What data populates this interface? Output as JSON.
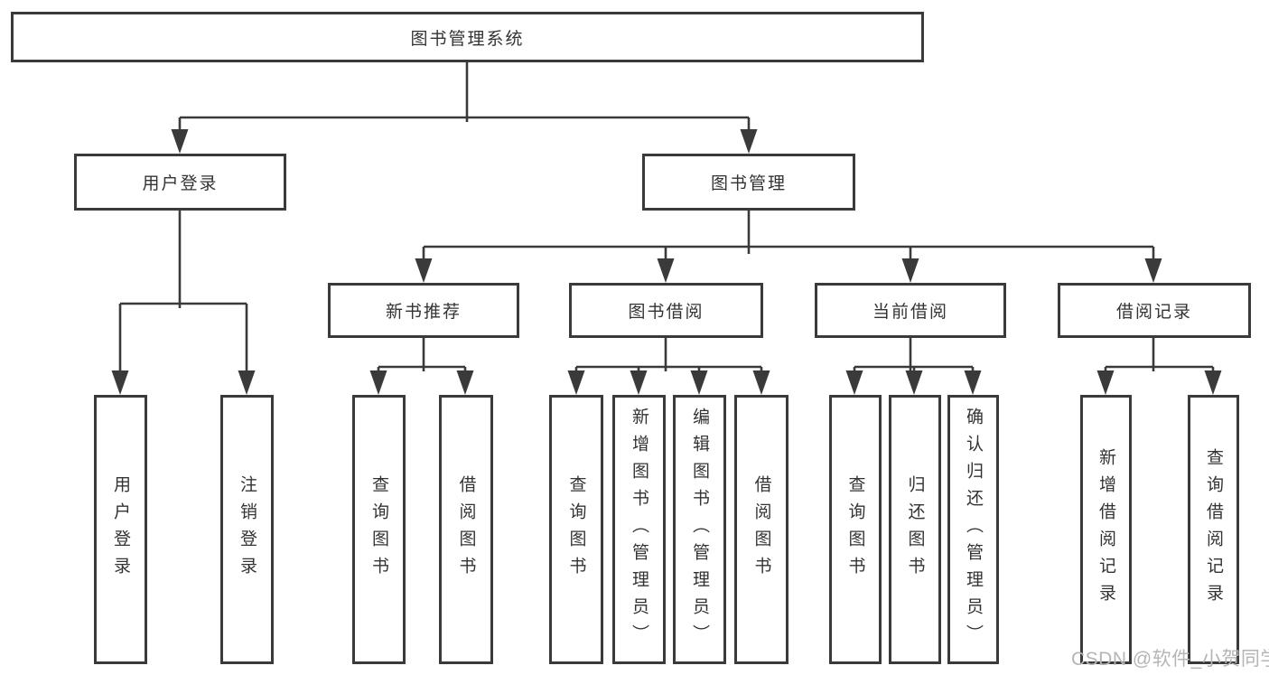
{
  "diagram": {
    "root": {
      "label": "图书管理系统"
    },
    "level2": {
      "user_login": {
        "label": "用户登录"
      },
      "book_mgmt": {
        "label": "图书管理"
      }
    },
    "level3": {
      "new_books": {
        "label": "新书推荐"
      },
      "book_borrow": {
        "label": "图书借阅"
      },
      "current_borrow": {
        "label": "当前借阅"
      },
      "borrow_records": {
        "label": "借阅记录"
      }
    },
    "leaves": {
      "login": {
        "label": "用户登录"
      },
      "logout": {
        "label": "注销登录"
      },
      "nb_query": {
        "label": "查询图书"
      },
      "nb_borrow": {
        "label": "借阅图书"
      },
      "bb_query": {
        "label": "查询图书"
      },
      "bb_add": {
        "label": "新增图书（管理员）"
      },
      "bb_edit": {
        "label": "编辑图书（管理员）"
      },
      "bb_borrow": {
        "label": "借阅图书"
      },
      "cb_query": {
        "label": "查询图书"
      },
      "cb_return": {
        "label": "归还图书"
      },
      "cb_confirm": {
        "label": "确认归还（管理员）"
      },
      "br_add": {
        "label": "新增借阅记录"
      },
      "br_query": {
        "label": "查询借阅记录"
      }
    },
    "watermark": "CSDN @软件_小贺同学",
    "colors": {
      "line": "#3a3a3a",
      "text": "#333333",
      "watermark": "#b5b5b5",
      "background": "#ffffff"
    }
  }
}
